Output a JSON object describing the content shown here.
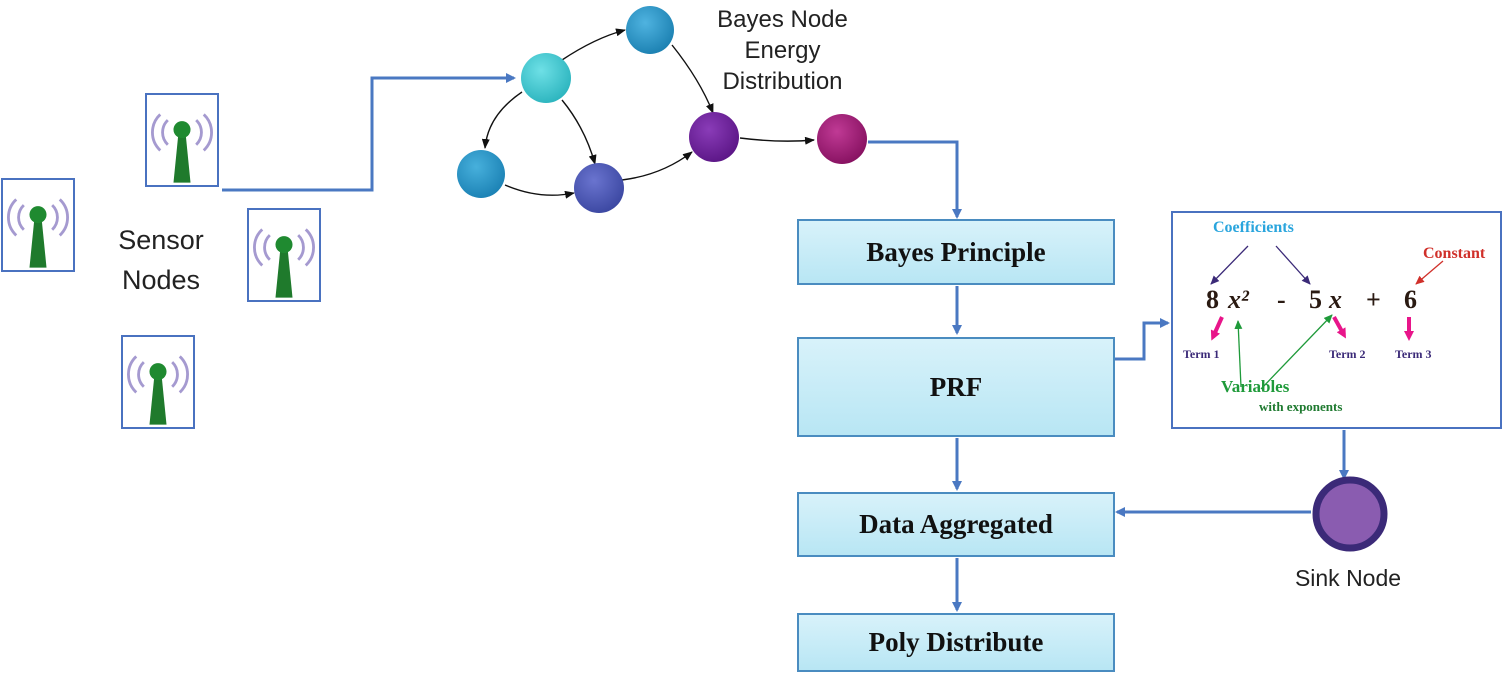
{
  "sensor_label": [
    "Sensor",
    "Nodes"
  ],
  "bayes_title": [
    "Bayes Node",
    "Energy",
    "Distribution"
  ],
  "process": {
    "bayes_principle": "Bayes Principle",
    "prf": "PRF",
    "data_aggregated": "Data Aggregated",
    "poly_distribute": "Poly Distribute"
  },
  "sink_label": "Sink Node",
  "equation": {
    "coefficients": "Coefficients",
    "constant": "Constant",
    "t1_coef": "8",
    "t1_var": "x²",
    "minus": "-",
    "t2_coef": "5",
    "t2_var": "x",
    "plus": "+",
    "t3": "6",
    "term1": "Term 1",
    "term2": "Term 2",
    "term3": "Term 3",
    "variables": "Variables",
    "with_exponents": "with exponents"
  },
  "colors": {
    "flow_arrow": "#4a78c2",
    "box_border": "#4a8cc0",
    "box_fill": "#c4ebf7",
    "node_top": "#1e8fc0",
    "node_cyan": "#3cc4cc",
    "node_left": "#1e8fc0",
    "node_mid": "#4a55b0",
    "node_purple": "#6a1f95",
    "node_magenta": "#9a1870",
    "sink_fill": "#8a5cb0",
    "sink_ring": "#3b2a78",
    "coef_color": "#2aa5dd",
    "constant_color": "#d0302a",
    "term_color": "#3b2a78",
    "term_arrow": "#e8158a",
    "variable_color": "#1f9a3a"
  }
}
